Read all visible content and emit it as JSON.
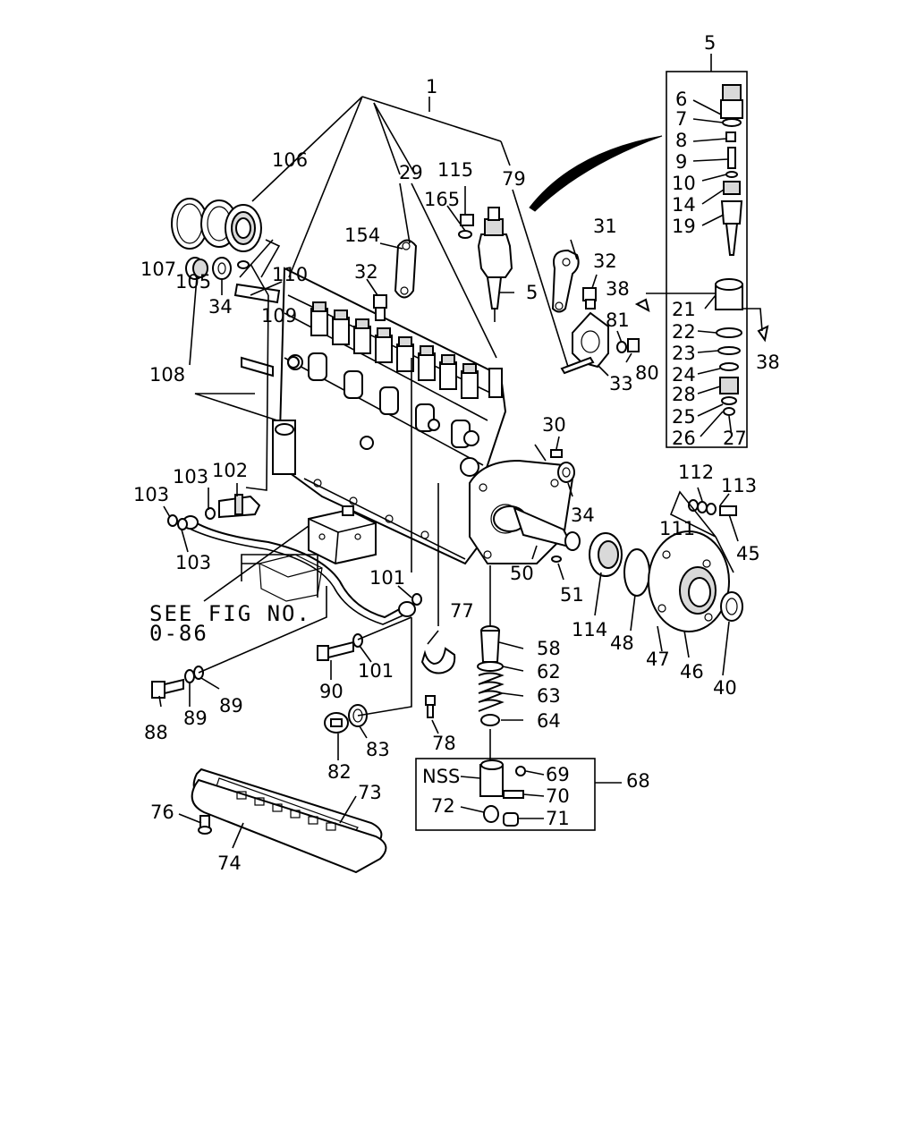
{
  "labels": {
    "l1": "1",
    "l5top": "5",
    "l5": "5",
    "l6": "6",
    "l7": "7",
    "l8": "8",
    "l9": "9",
    "l10": "10",
    "l14": "14",
    "l19": "19",
    "l21": "21",
    "l22": "22",
    "l23": "23",
    "l24": "24",
    "l25": "25",
    "l26": "26",
    "l27": "27",
    "l28": "28",
    "l29": "29",
    "l30": "30",
    "l31": "31",
    "l32a": "32",
    "l32b": "32",
    "l33": "33",
    "l34a": "34",
    "l34b": "34",
    "l38a": "38",
    "l38b": "38",
    "l40": "40",
    "l45": "45",
    "l46": "46",
    "l47": "47",
    "l48": "48",
    "l50": "50",
    "l51": "51",
    "l58": "58",
    "l62": "62",
    "l63": "63",
    "l64": "64",
    "l68": "68",
    "l69": "69",
    "l70": "70",
    "l71": "71",
    "l72": "72",
    "l73": "73",
    "l74": "74",
    "l76": "76",
    "l77": "77",
    "l78": "78",
    "l79": "79",
    "l80": "80",
    "l81": "81",
    "l82": "82",
    "l83": "83",
    "l88": "88",
    "l89a": "89",
    "l89b": "89",
    "l90": "90",
    "l101a": "101",
    "l101b": "101",
    "l102": "102",
    "l103a": "103",
    "l103b": "103",
    "l103c": "103",
    "l105": "105",
    "l106": "106",
    "l107": "107",
    "l108": "108",
    "l109": "109",
    "l110": "110",
    "l111": "111",
    "l112": "112",
    "l113": "113",
    "l114": "114",
    "l115": "115",
    "l154": "154",
    "l165": "165",
    "nss": "NSS"
  },
  "note": {
    "line1": "SEE FIG NO.",
    "line2": "0-86"
  }
}
